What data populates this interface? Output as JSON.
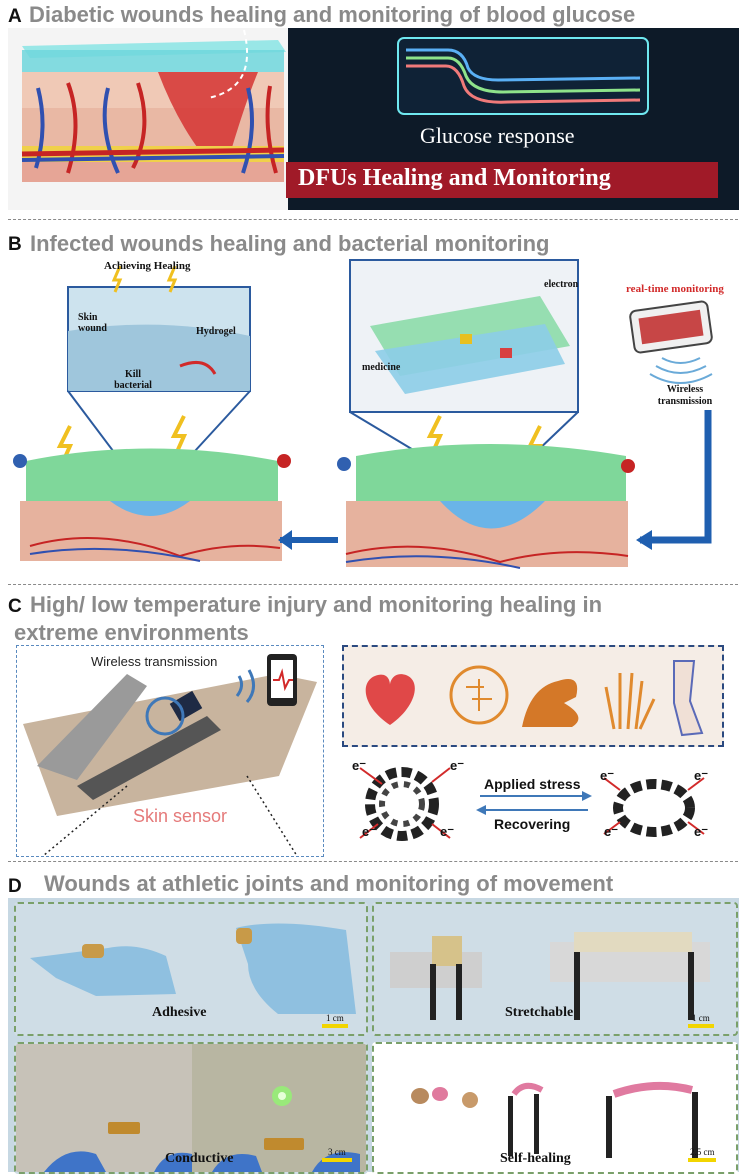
{
  "panels": {
    "a": {
      "letter": "A",
      "title": "Diabetic wounds healing and monitoring of blood glucose",
      "glucose_label": "Glucose response",
      "banner": "DFUs Healing and Monitoring"
    },
    "b": {
      "letter": "B",
      "title": "Infected wounds healing and bacterial monitoring",
      "achieving_healing": "Achieving Healing",
      "skin_wound": "Skin wound",
      "hydrogel": "Hydrogel",
      "kill_bacterial": "Kill bacterial",
      "electron": "electron",
      "medicine": "medicine",
      "realtime": "real-time monitoring",
      "wireless": "Wireless transmission"
    },
    "c": {
      "letter": "C",
      "title_line1": "High/ low temperature injury and monitoring healing in",
      "title_line2": "extreme environments",
      "wireless": "Wireless transmission",
      "skin_sensor": "Skin sensor",
      "applied_stress": "Applied stress",
      "recovering": "Recovering",
      "electron_symbol": "e⁻"
    },
    "d": {
      "letter": "D",
      "title": "Wounds at athletic joints and monitoring of movement",
      "adhesive": "Adhesive",
      "stretchable": "Stretchable",
      "conductive": "Conductive",
      "self_healing": "Self-healing",
      "scale_adhesive": "1 cm",
      "scale_stretchable": "1 cm",
      "scale_conductive": "3 cm",
      "scale_self_healing": "2.5 cm"
    }
  }
}
